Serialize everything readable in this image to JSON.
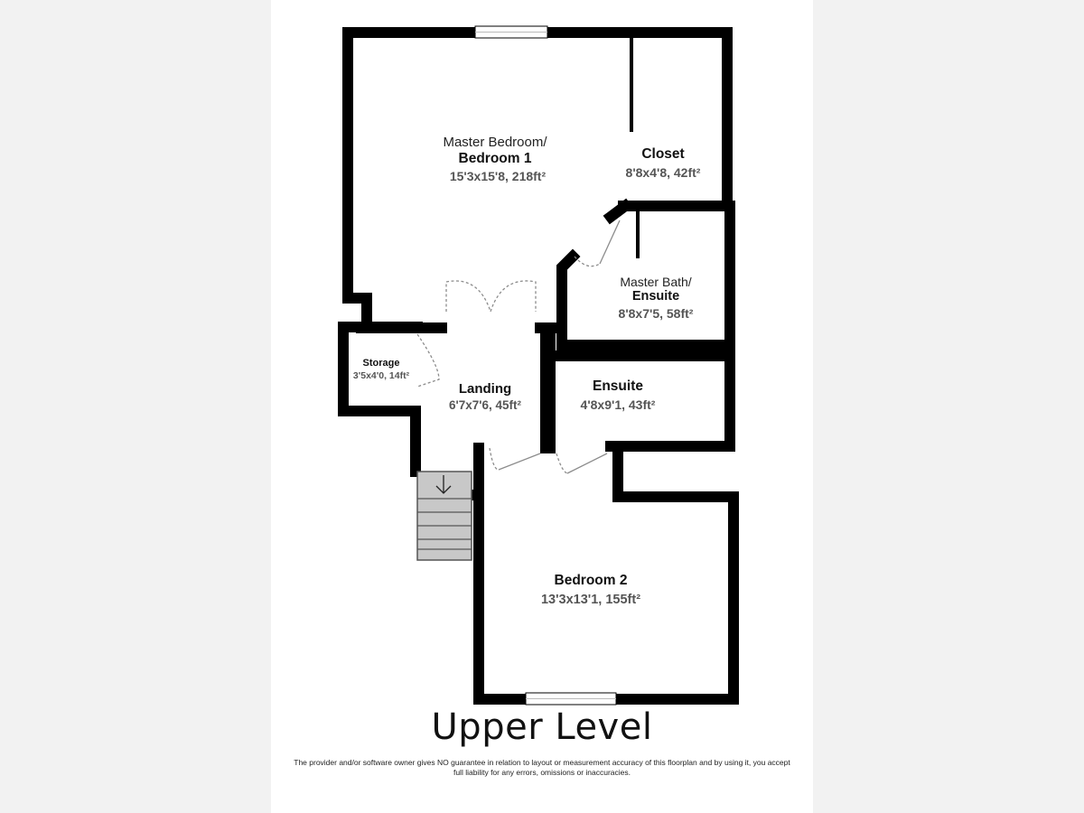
{
  "title": "Upper Level",
  "disclaimer": {
    "line1": "The provider and/or software owner gives NO guarantee in relation to layout or measurement accuracy of this floorplan and by using it, you accept",
    "line2": "full liability for any errors, omissions or inaccuracies."
  },
  "rooms": {
    "master_bedroom": {
      "name_line1": "Master Bedroom/",
      "name_line2": "Bedroom 1",
      "dims": "15'3x15'8, 218ft²"
    },
    "closet": {
      "name": "Closet",
      "dims": "8'8x4'8, 42ft²"
    },
    "master_bath": {
      "name_line1": "Master Bath/",
      "name_line2": "Ensuite",
      "dims": "8'8x7'5, 58ft²"
    },
    "storage": {
      "name": "Storage",
      "dims": "3'5x4'0, 14ft²"
    },
    "landing": {
      "name": "Landing",
      "dims": "6'7x7'6, 45ft²"
    },
    "ensuite": {
      "name": "Ensuite",
      "dims": "4'8x9'1, 43ft²"
    },
    "bedroom2": {
      "name": "Bedroom 2",
      "dims": "13'3x13'1, 155ft²"
    }
  },
  "stair_direction_glyph": "down-arrow-icon",
  "colors": {
    "wall": "#000000",
    "stair": "#c8c8c8",
    "door_arc": "#8c8c8c",
    "dims_text": "#555555"
  }
}
